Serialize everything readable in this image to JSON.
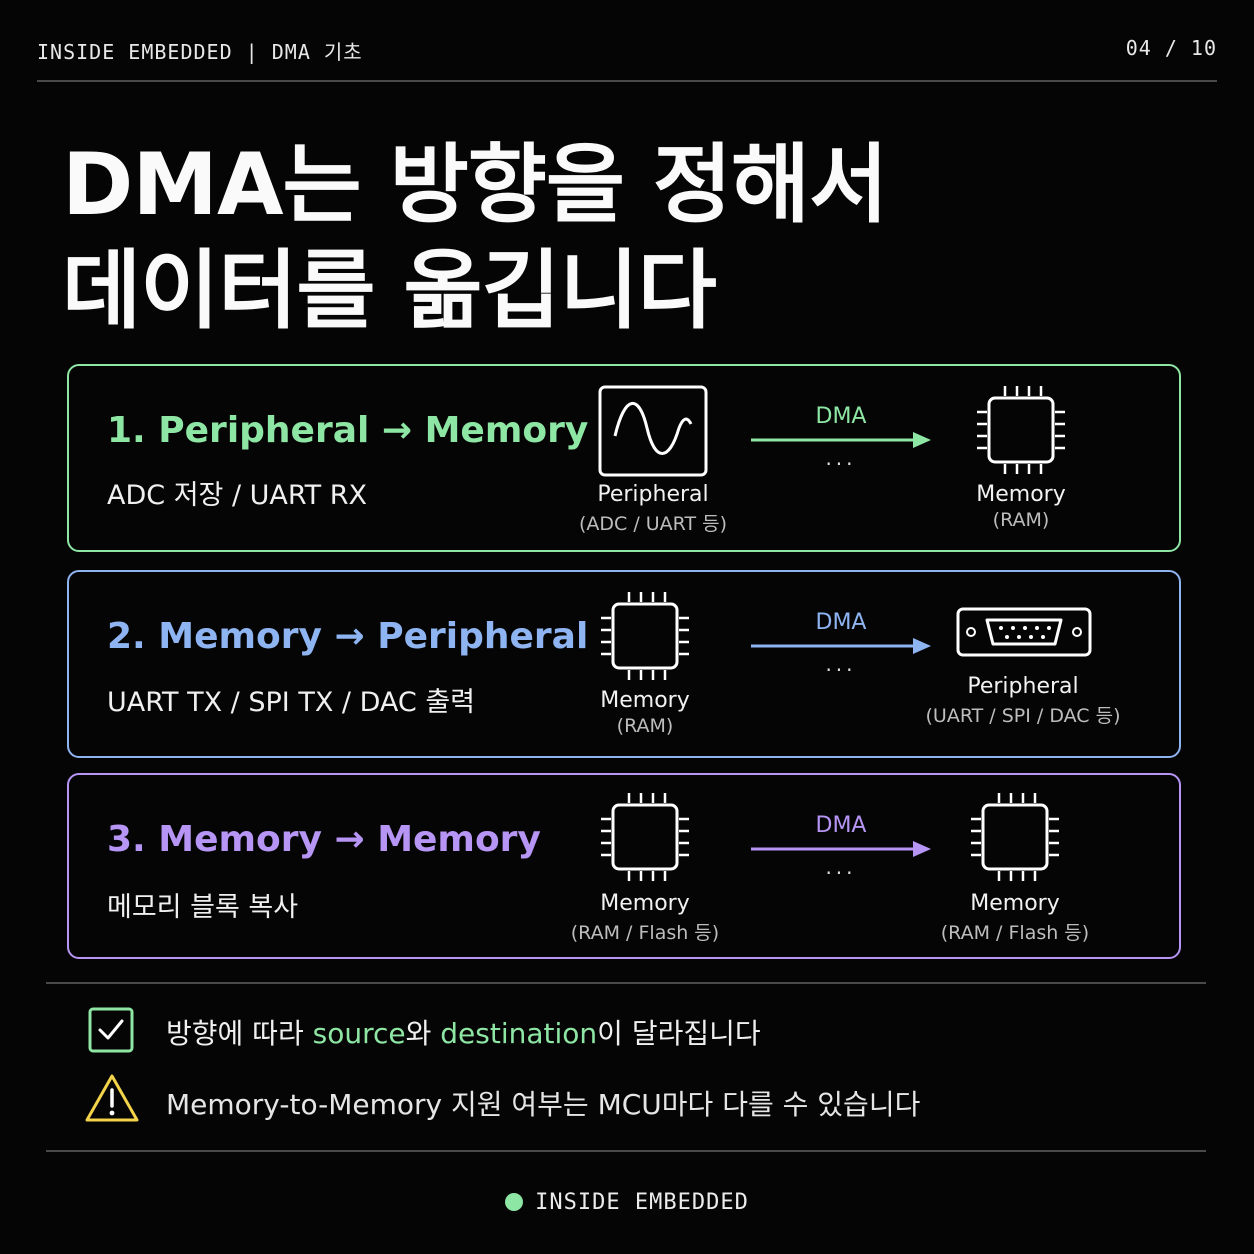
{
  "header": {
    "series": "INSIDE EMBEDDED | DMA 기초",
    "page": "04 / 10"
  },
  "title": {
    "line1": "DMA는 방향을 정해서",
    "line2": "데이터를 옮깁니다"
  },
  "colors": {
    "green": "#8ee6a4",
    "blue": "#8fb4f2",
    "purple": "#b695f4",
    "warning": "#f3d34a"
  },
  "cards": [
    {
      "title": "1. Peripheral → Memory",
      "subtitle": "ADC 저장 / UART RX",
      "source": {
        "name": "Peripheral",
        "sub": "(ADC / UART 등)"
      },
      "dma": "DMA",
      "dots": "···",
      "dest": {
        "name": "Memory",
        "sub": "(RAM)"
      }
    },
    {
      "title": "2. Memory → Peripheral",
      "subtitle": "UART TX / SPI TX / DAC 출력",
      "source": {
        "name": "Memory",
        "sub": "(RAM)"
      },
      "dma": "DMA",
      "dots": "···",
      "dest": {
        "name": "Peripheral",
        "sub": "(UART / SPI / DAC 등)"
      }
    },
    {
      "title": "3. Memory → Memory",
      "subtitle": "메모리 블록 복사",
      "source": {
        "name": "Memory",
        "sub": "(RAM / Flash 등)"
      },
      "dma": "DMA",
      "dots": "···",
      "dest": {
        "name": "Memory",
        "sub": "(RAM / Flash 등)"
      }
    }
  ],
  "notes": {
    "check": {
      "pre": "방향에 따라 ",
      "hl1": "source",
      "mid": "와 ",
      "hl2": "destination",
      "post": "이 달라집니다"
    },
    "warning": "Memory-to-Memory 지원 여부는 MCU마다 다를 수 있습니다"
  },
  "footer": "INSIDE EMBEDDED"
}
